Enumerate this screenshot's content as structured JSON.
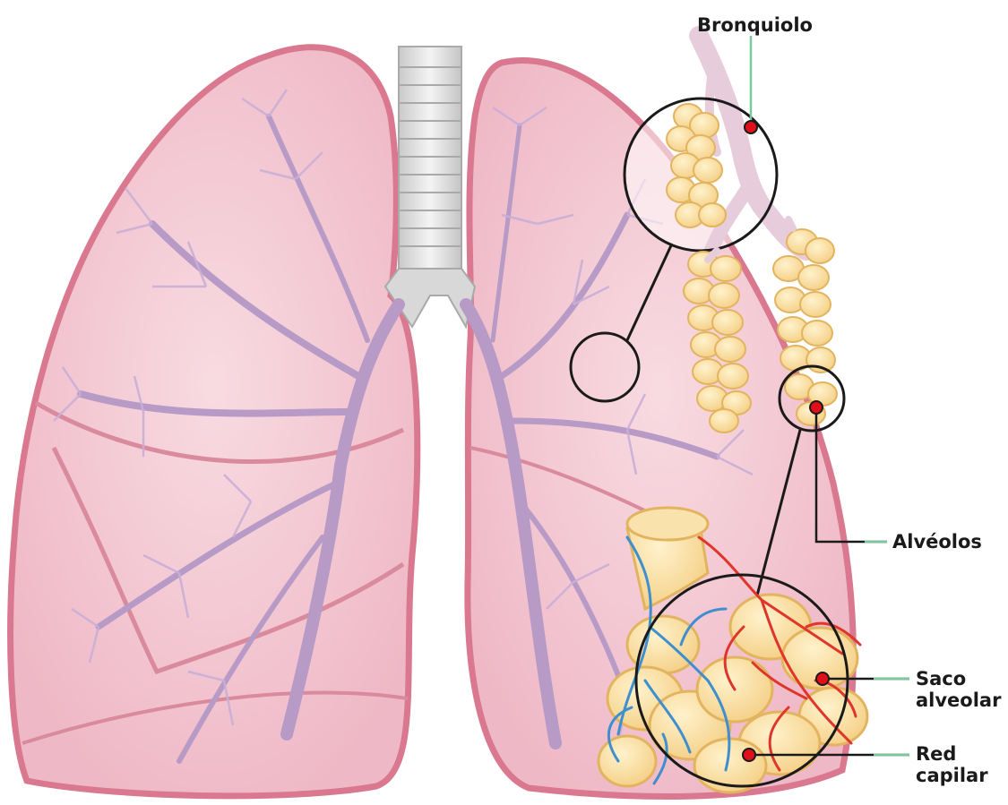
{
  "labels": {
    "bronquiolo": "Bronquiolo",
    "alveolos": "Alvéolos",
    "saco_alveolar": "Saco\nalveolar",
    "red_capilar": "Red\ncapilar"
  },
  "colors": {
    "lung_fill": "#f4c9d3",
    "lung_edge": "#d9788e",
    "airway": "#b79bc6",
    "trachea": "#dcdcdc",
    "alveoli": "#f8dc9e",
    "alveoli_edge": "#e3b45f",
    "vein_blue": "#3f8fcf",
    "artery_red": "#e0352b",
    "marker_red": "#e0101a",
    "leader_green": "#7cc9a0"
  }
}
